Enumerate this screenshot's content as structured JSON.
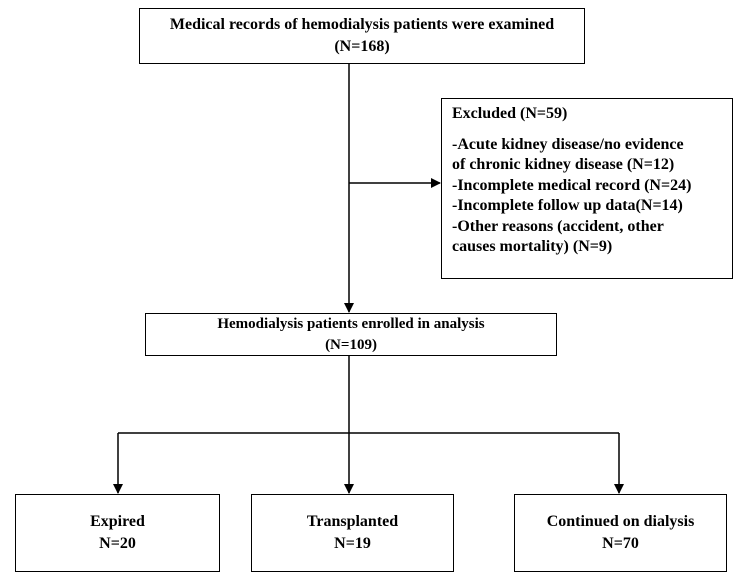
{
  "records_box": {
    "line1": "Medical records of hemodialysis patients were examined",
    "line2": "(N=168)"
  },
  "excluded_box": {
    "title": "Excluded (N=59)",
    "items": [
      "-Acute kidney disease/no evidence",
      "of chronic kidney disease (N=12)",
      "-Incomplete medical record (N=24)",
      "-Incomplete follow up data(N=14)",
      "-Other reasons (accident, other",
      "causes mortality) (N=9)"
    ]
  },
  "enrolled_box": {
    "line1": "Hemodialysis patients enrolled in analysis",
    "line2": "(N=109)"
  },
  "outcomes": [
    {
      "label": "Expired",
      "count": "N=20"
    },
    {
      "label": "Transplanted",
      "count": "N=19"
    },
    {
      "label": "Continued on dialysis",
      "count": "N=70"
    }
  ],
  "colors": {
    "line": "#000000",
    "background": "#ffffff"
  }
}
